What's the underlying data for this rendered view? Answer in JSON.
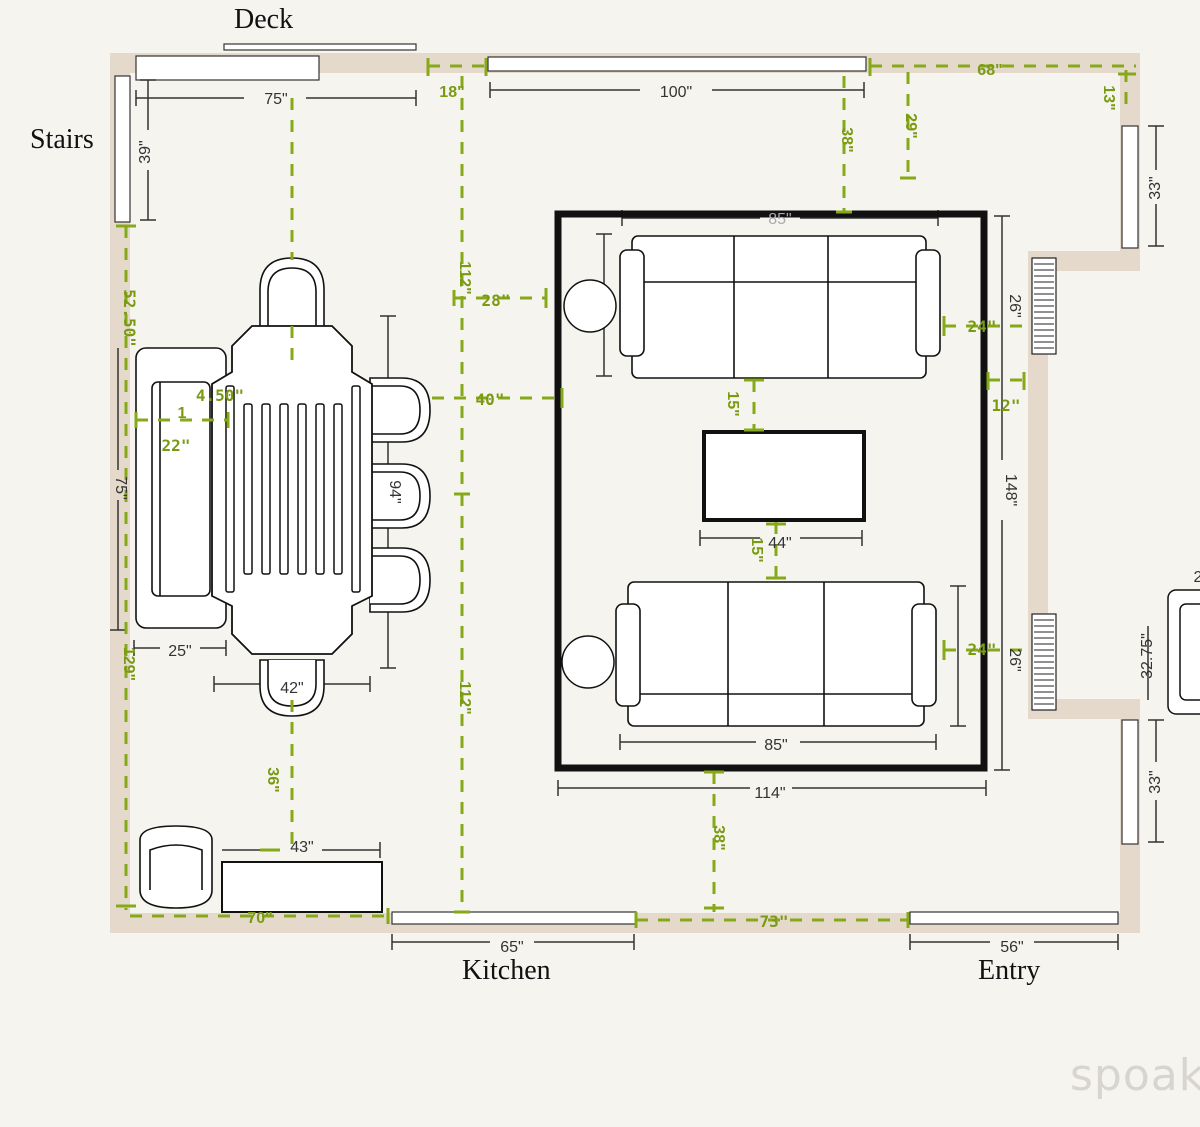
{
  "rooms": {
    "deck": "Deck",
    "stairs": "Stairs",
    "kitchen": "Kitchen",
    "entry": "Entry"
  },
  "watermark": "spoak.",
  "colors": {
    "wall": "#e5d9cc",
    "dimension_green": "#86a91a",
    "furniture": "#111111",
    "background": "#f6f4ef"
  },
  "measurements": {
    "m75_top": "75\"",
    "m18": "18\"",
    "m100": "100\"",
    "m68": "68\"",
    "m13": "13\"",
    "m39": "39\"",
    "m38_top": "38\"",
    "m29": "29\"",
    "m33_top": "33\"",
    "m85_top": "85\"",
    "m52_50": "52.50\"",
    "m112_top": "112\"",
    "m28": "28\"",
    "m26_top": "26\"",
    "m24_top": "24\"",
    "m4_50": "4.50\"",
    "m1": "1",
    "m40": "40\"",
    "m15_top": "15\"",
    "m12": "12\"",
    "m22": "22\"",
    "m75_left": "75\"",
    "m94": "94\"",
    "m148": "148\"",
    "m44": "44\"",
    "m15_bottom": "15\"",
    "m25": "25\"",
    "m42": "42\"",
    "m129": "129\"",
    "m112_bottom": "112\"",
    "m24_bottom": "24\"",
    "m26_bottom": "26\"",
    "m32_75": "32.75\"",
    "m2": "2",
    "m85_bottom": "85\"",
    "m114": "114\"",
    "m36": "36\"",
    "m38_bottom": "38\"",
    "m33_bottom": "33\"",
    "m43": "43\"",
    "m70": "70\"",
    "m73": "73\"",
    "m65": "65\"",
    "m56": "56\""
  }
}
